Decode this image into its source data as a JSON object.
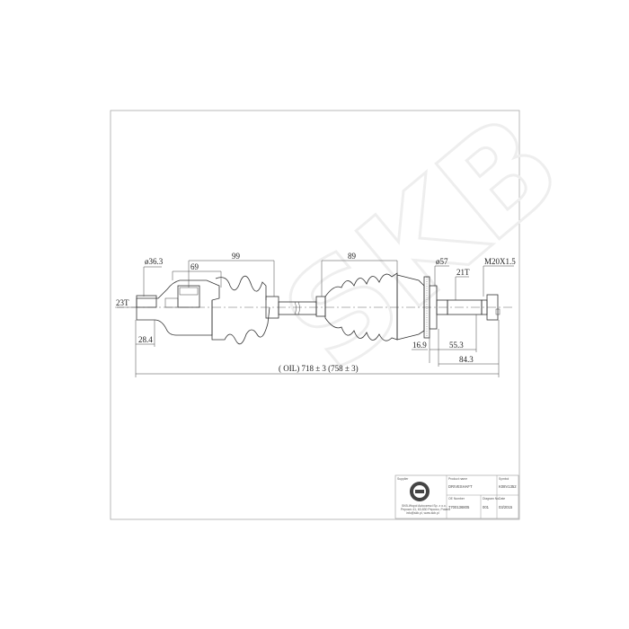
{
  "drawing": {
    "watermark": "SKB",
    "dimensions": {
      "d_outer_joint": "ø36.3",
      "len_99": "99",
      "len_69": "69",
      "len_89": "89",
      "d_abs": "ø57",
      "thread": "M20X1.5",
      "spline_outer": "21T",
      "spline_inner": "23T",
      "len_28": "28.4",
      "len_16": "16.9",
      "len_55": "55.3",
      "len_84": "84.3",
      "overall": "( OIL) 718 ± 3 (758 ± 3)"
    }
  },
  "title_block": {
    "supplier_label": "Supplier",
    "supplier_text_1": "SKB-Wspol Autoczesci Sp. z o.o.",
    "supplier_text_2": "Pepowo 41, 63-830 Pepowo, Poland",
    "supplier_text_3": "info@skb.pl, www.skb.pl",
    "product_label": "Product name",
    "product_value": "DRIVESHAFT",
    "symbol_label": "Symbol",
    "symbol_value": "K08V1352",
    "oe_label": "OE Number",
    "oe_value": "7700136805",
    "diagram_label": "Diagram No.",
    "diagram_value": "001",
    "date_label": "Date",
    "date_value": "03/2015"
  }
}
